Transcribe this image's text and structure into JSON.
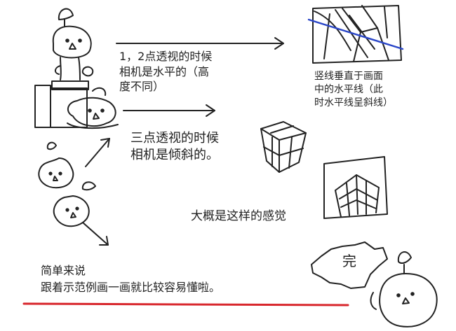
{
  "annotations": {
    "note_two_point": "1，2点透视的时候\n相机是水平的（高\n度不同）",
    "note_vertical": "竖线垂直于画面\n中的水平线（此\n时水平线呈斜线）",
    "note_three_point": "三点透视的时候\n相机是倾斜的。",
    "note_feeling": "大概是这样的感觉",
    "summary_title": "简单来说",
    "summary_body": "跟着示范例画一画就比较容易懂啦。",
    "stamp_text": "完"
  },
  "colors": {
    "ink": "#222222",
    "horizon_line": "#2a46c8",
    "underline": "#d8262c"
  }
}
